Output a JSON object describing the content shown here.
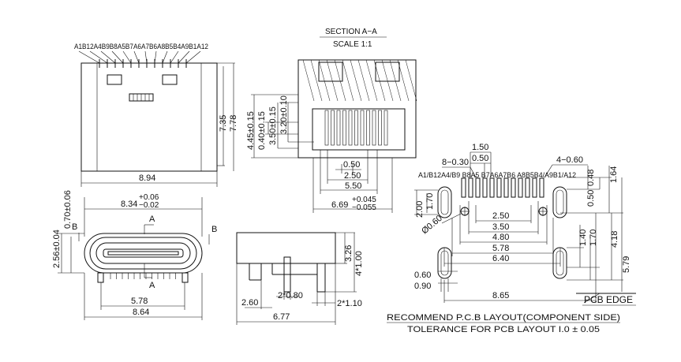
{
  "pin_labels_top": "A1B12A4B9B8A5B7A6A7B6A8B5B4A9B1A12",
  "section": {
    "title": "SECTION A−A",
    "scale": "SCALE 1:1"
  },
  "top_view": {
    "width": "8.94",
    "height_inner": "7.35",
    "height_outer": "7.78"
  },
  "section_dims": {
    "d1": "4.45±0.15",
    "d2": "0.40±0.15",
    "d3": "3.50±0.15",
    "d4": "3.20±0.10",
    "w1": "0.50",
    "w2": "2.50",
    "w3": "5.50",
    "w4_main": "6.69",
    "w4_plus": "+0.045",
    "w4_minus": "−0.055"
  },
  "front_view": {
    "top_main": "8.34",
    "top_plus": "+0.06",
    "top_minus": "−0.02",
    "h1": "0.70±0.06",
    "h2": "2.56±0.04",
    "label_a": "A",
    "label_b": "B",
    "w_inner": "5.78",
    "w_outer": "8.64"
  },
  "side_view": {
    "h1": "3.26",
    "h2": "4*1.00",
    "w1": "2.60",
    "w2": "2*0.80",
    "w3": "2*1.10",
    "w_total": "6.77"
  },
  "pcb_layout": {
    "pin_labels": "A1/B12A4/B9 B8A5 B7A6A7B6 A8B5B4/A9B1/A12",
    "p150": "1.50",
    "p050": "0.50",
    "p8x030": "8−0.30",
    "p4x060": "4−0.60",
    "p048": "0.48",
    "p050v": "0.50",
    "p164": "1.64",
    "p200": "2.00",
    "p170": "1.70",
    "p060dia": "Ø0.60",
    "p250": "2.50",
    "p350": "3.50",
    "p480": "4.80",
    "p578": "5.78",
    "p640": "6.40",
    "p140": "1.40",
    "p170b": "1.70",
    "p418": "4.18",
    "p579": "5.79",
    "p060b": "0.60",
    "p090": "0.90",
    "p865": "8.65",
    "pcb_edge": "PCB EDGE",
    "note1": "RECOMMEND P.C.B LAYOUT(COMPONENT SIDE)",
    "note2": "TOLERANCE FOR PCB LAYOUT I.0 ± 0.05"
  }
}
